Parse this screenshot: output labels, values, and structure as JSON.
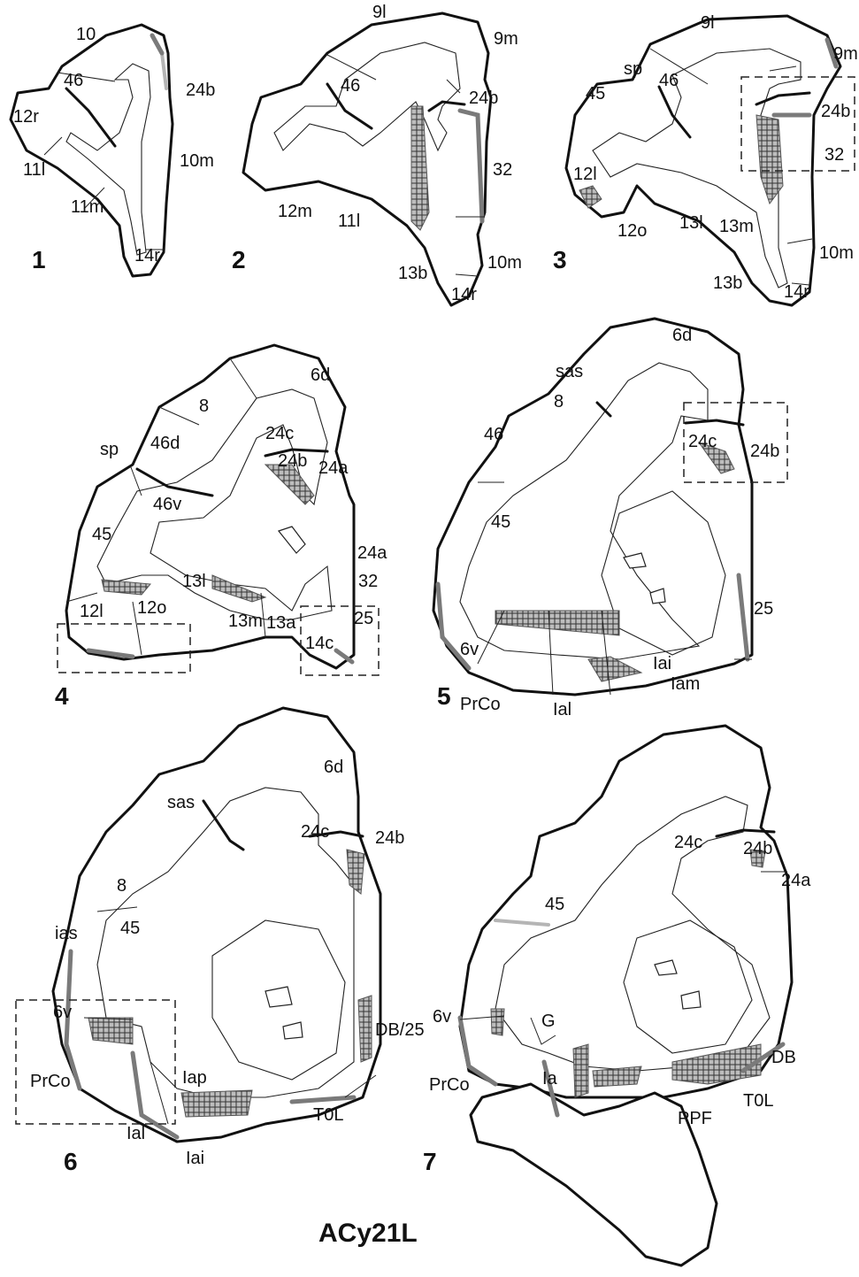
{
  "title": "ACy21L",
  "panels": [
    {
      "number": "1",
      "labels": [
        "10",
        "46",
        "24b",
        "12r",
        "10m",
        "11l",
        "11m",
        "14r"
      ]
    },
    {
      "number": "2",
      "labels": [
        "9l",
        "9m",
        "46",
        "24b",
        "32",
        "12m",
        "11l",
        "10m",
        "13b",
        "14r"
      ]
    },
    {
      "number": "3",
      "labels": [
        "9l",
        "9m",
        "sp",
        "45",
        "46",
        "24b",
        "32",
        "12l",
        "12o",
        "13l",
        "13m",
        "10m",
        "13b",
        "14r"
      ]
    },
    {
      "number": "4",
      "labels": [
        "6d",
        "8",
        "46d",
        "24c",
        "24b",
        "sp",
        "24a",
        "46v",
        "45",
        "24a",
        "32",
        "13l",
        "12l",
        "12o",
        "13m",
        "13a",
        "25",
        "14c"
      ]
    },
    {
      "number": "5",
      "labels": [
        "6d",
        "sas",
        "8",
        "46",
        "24c",
        "24b",
        "45",
        "25",
        "6v",
        "Iai",
        "Iam",
        "PrCo",
        "Ial"
      ]
    },
    {
      "number": "6",
      "labels": [
        "6d",
        "sas",
        "24c",
        "24b",
        "8",
        "ias",
        "45",
        "6v",
        "DB/25",
        "PrCo",
        "Iap",
        "Ial",
        "T0L",
        "Iai"
      ]
    },
    {
      "number": "7",
      "labels": [
        "24c",
        "24b",
        "24a",
        "45",
        "6v",
        "G",
        "DB",
        "PrCo",
        "Ia",
        "T0L",
        "PPF"
      ]
    }
  ]
}
